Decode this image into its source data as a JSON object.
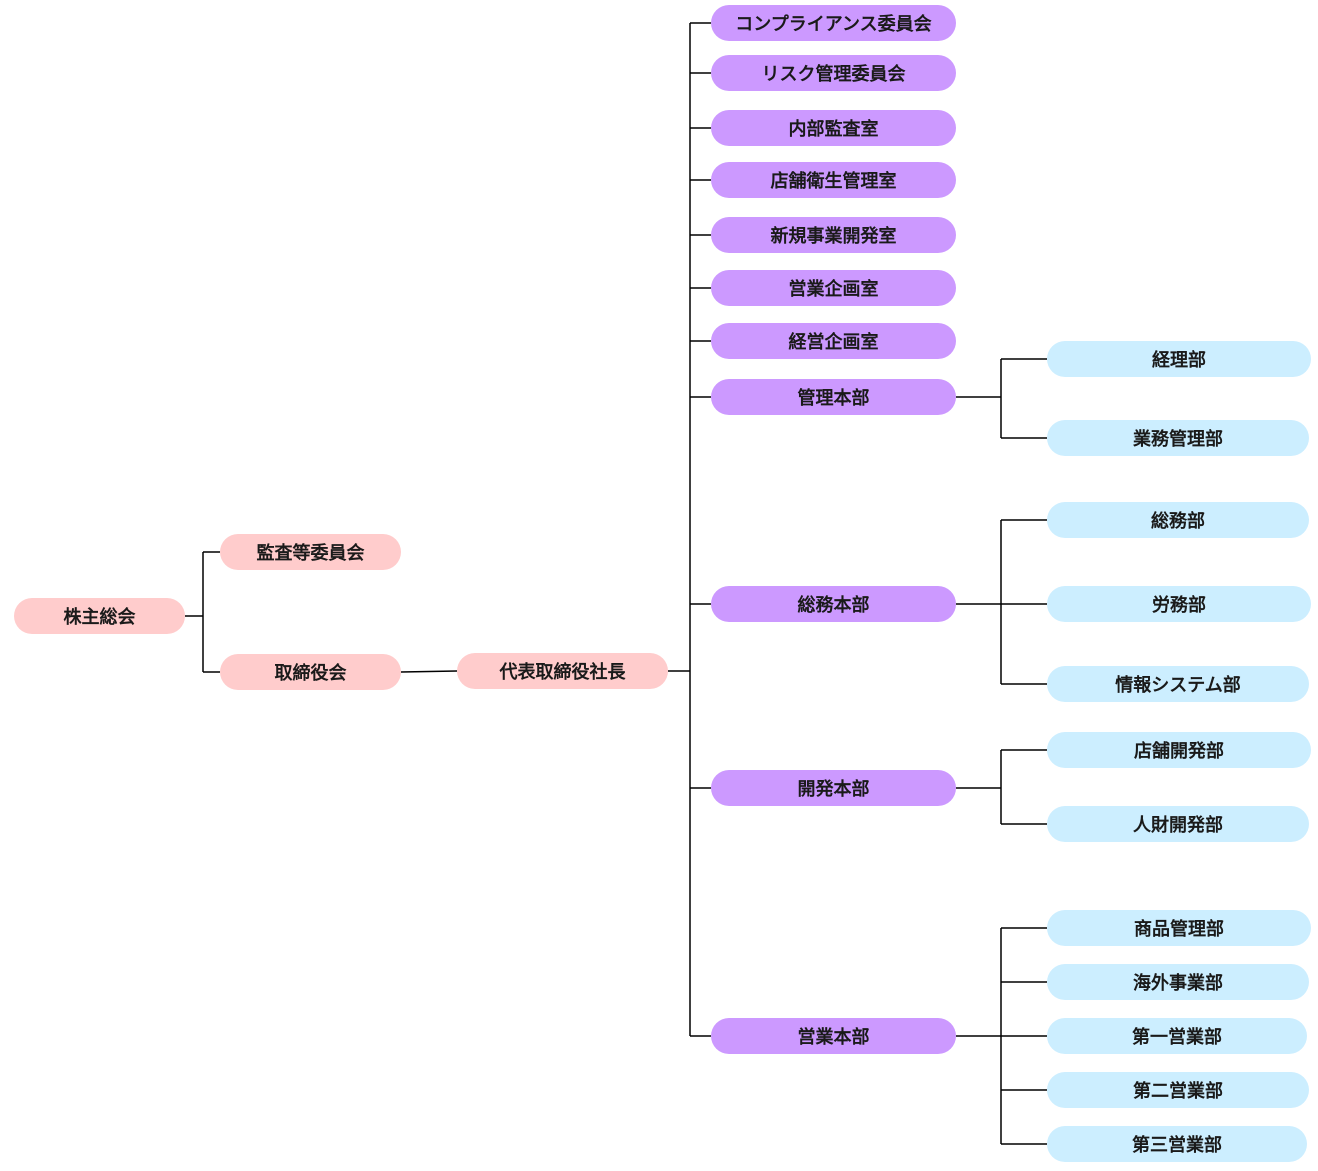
{
  "colors": {
    "governance": "#ffcccc",
    "executive_units": "#cc99ff",
    "departments": "#cceeff",
    "lines": "#000000"
  },
  "governance": {
    "shareholders": "株主総会",
    "audit_committee": "監査等委員会",
    "board": "取締役会",
    "president": "代表取締役社長"
  },
  "units": [
    {
      "label": "コンプライアンス委員会",
      "departments": []
    },
    {
      "label": "リスク管理委員会",
      "departments": []
    },
    {
      "label": "内部監査室",
      "departments": []
    },
    {
      "label": "店舗衛生管理室",
      "departments": []
    },
    {
      "label": "新規事業開発室",
      "departments": []
    },
    {
      "label": "営業企画室",
      "departments": []
    },
    {
      "label": "経営企画室",
      "departments": []
    },
    {
      "label": "管理本部",
      "departments": [
        "経理部",
        "業務管理部"
      ]
    },
    {
      "label": "総務本部",
      "departments": [
        "総務部",
        "労務部",
        "情報システム部"
      ]
    },
    {
      "label": "開発本部",
      "departments": [
        "店舗開発部",
        "人財開発部"
      ]
    },
    {
      "label": "営業本部",
      "departments": [
        "商品管理部",
        "海外事業部",
        "第一営業部",
        "第二営業部",
        "第三営業部"
      ]
    }
  ]
}
